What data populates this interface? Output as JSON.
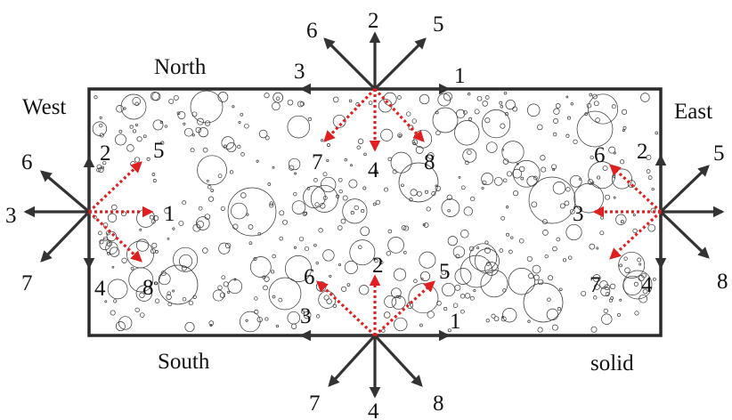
{
  "diagram": {
    "labels": {
      "north": "North",
      "south": "South",
      "west": "West",
      "east": "East",
      "solid": "solid"
    },
    "colors": {
      "outer_arrow": "#333333",
      "inner_arrow": "#e02020",
      "boundary": "#2a2a2a",
      "background": "#ffffff"
    },
    "nodes": [
      {
        "id": "north",
        "outer": [
          "1",
          "2",
          "3",
          "5",
          "6"
        ],
        "inner": [
          "4",
          "7",
          "8"
        ]
      },
      {
        "id": "south",
        "outer": [
          "1",
          "3",
          "4",
          "7",
          "8"
        ],
        "inner": [
          "2",
          "5",
          "6"
        ]
      },
      {
        "id": "west",
        "outer": [
          "2",
          "3",
          "4",
          "6",
          "7"
        ],
        "inner": [
          "1",
          "5",
          "8"
        ]
      },
      {
        "id": "east",
        "outer": [
          "2",
          "4",
          "5",
          "8"
        ],
        "inner": [
          "3",
          "6",
          "7"
        ]
      }
    ]
  }
}
